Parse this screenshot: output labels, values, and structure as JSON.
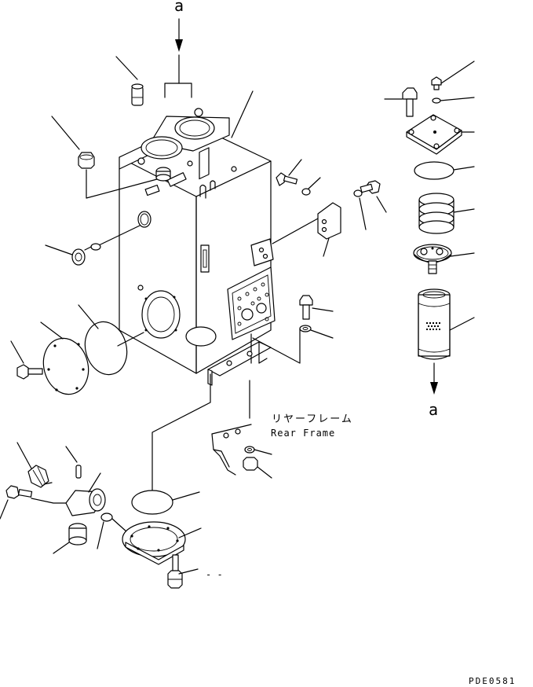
{
  "labels": {
    "top_arrow": "a",
    "bottom_arrow": "a",
    "rear_frame_jp": "リヤーフレーム",
    "rear_frame_en": "Rear Frame",
    "dash": "- -",
    "drawing_code": "PDE0581"
  }
}
